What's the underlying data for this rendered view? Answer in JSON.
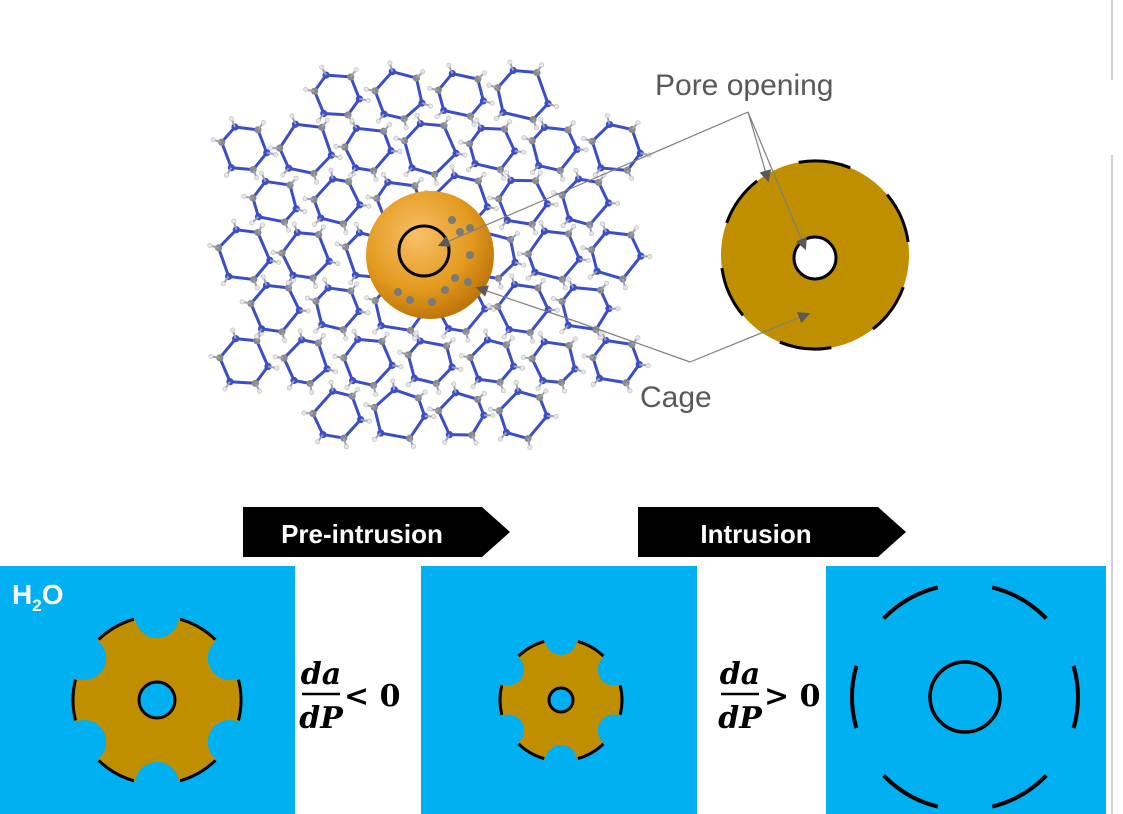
{
  "labels": {
    "pore_opening": "Pore opening",
    "cage": "Cage",
    "pre_intrusion": "Pre-intrusion",
    "intrusion": "Intrusion",
    "water_h": "H",
    "water_sub": "2",
    "water_o": "O",
    "deriv_num": "da",
    "deriv_den": "dP",
    "relation_less": "< 0",
    "relation_greater": "> 0"
  },
  "colors": {
    "cage_fill": "#BF8F00",
    "water_fill": "#00B0F0",
    "annotation_text": "#595959",
    "arrow_banner": "#000000",
    "framework_bond": "#3A4EC9",
    "framework_atom": "#8A8A8A",
    "orange_sphere": "#E39A1E"
  },
  "icons": {
    "molecule": "zif-framework-ball-and-stick",
    "cage_schematic": "cage-with-pore-opening",
    "pre_arrow": "right-arrow-banner",
    "intrusion_arrow": "right-arrow-banner"
  }
}
